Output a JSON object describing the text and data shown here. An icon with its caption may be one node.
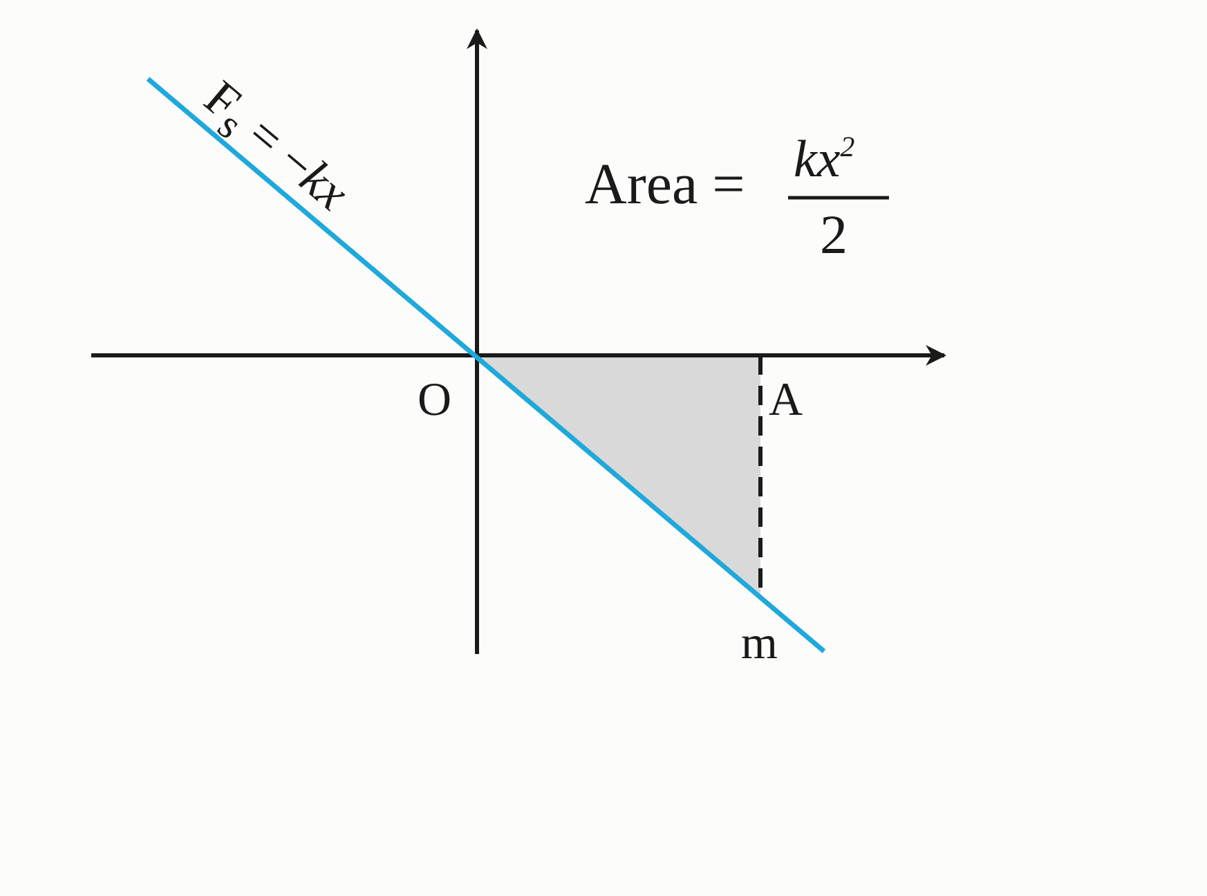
{
  "diagram": {
    "labels": [
      "F$_{s}$ = −*kx*",
      "Area =",
      "kx$^{2}$",
      "2",
      "O",
      "A",
      "m"
    ]
  }
}
